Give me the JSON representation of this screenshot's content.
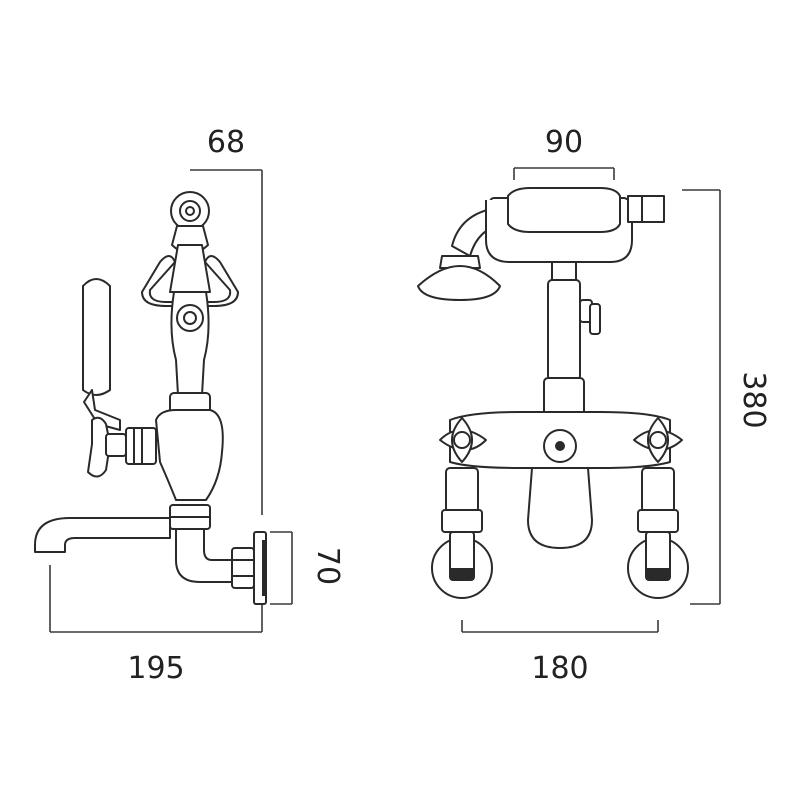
{
  "dimensions": {
    "side_top_width": "68",
    "side_total_width": "195",
    "side_wall_height": "70",
    "front_top_width": "90",
    "front_centres": "180",
    "front_height": "380"
  },
  "colors": {
    "line": "#2a2a2a",
    "background": "#ffffff"
  }
}
